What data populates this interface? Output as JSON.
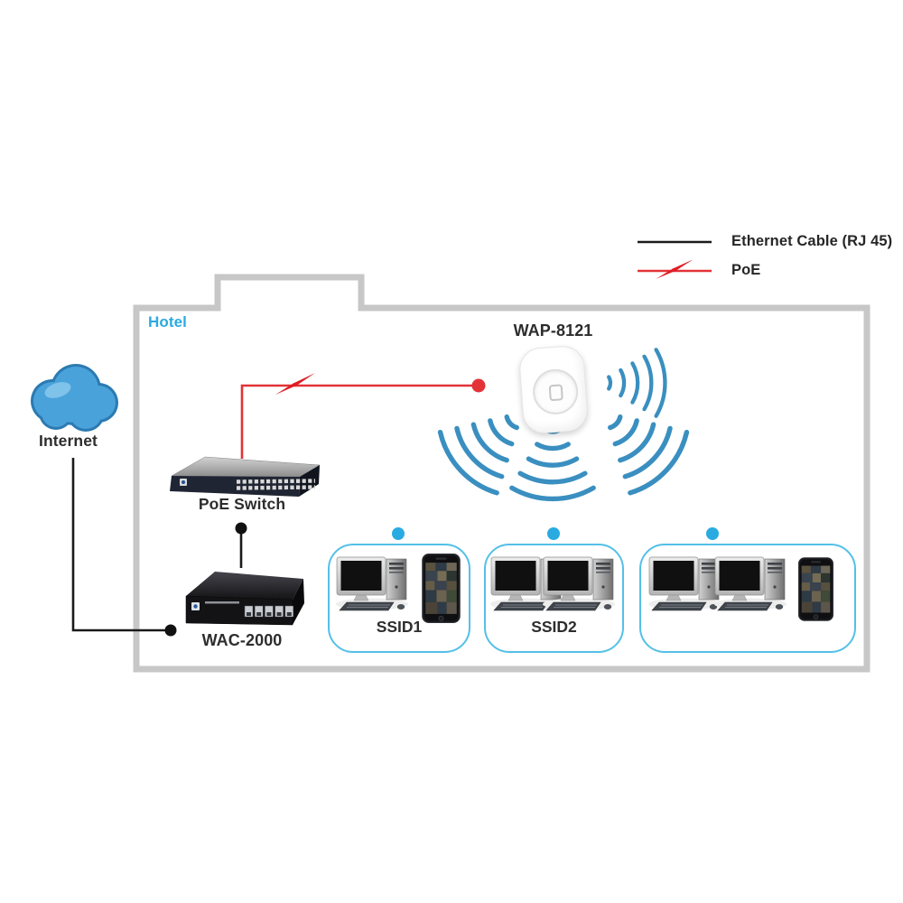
{
  "zone": {
    "label": "Hotel"
  },
  "legend": {
    "items": [
      {
        "id": "ethernet",
        "label": "Ethernet Cable (RJ 45)",
        "line_color": "#1a1a1a"
      },
      {
        "id": "poe",
        "label": "PoE",
        "line_color": "#e23337"
      }
    ]
  },
  "nodes": {
    "internet": {
      "label": "Internet",
      "icon": "cloud-icon"
    },
    "ap": {
      "label": "WAP-8121",
      "icon": "access-point-icon"
    },
    "poe_switch": {
      "label": "PoE Switch",
      "icon": "rack-switch-icon"
    },
    "controller": {
      "label": "WAC-2000",
      "icon": "controller-appliance-icon"
    },
    "ssid_groups": [
      {
        "label": "SSID1",
        "devices": [
          "desktop-computer",
          "smartphone"
        ]
      },
      {
        "label": "SSID2",
        "devices": [
          "desktop-computer",
          "desktop-computer"
        ]
      },
      {
        "label": "",
        "devices": [
          "desktop-computer",
          "desktop-computer",
          "smartphone"
        ]
      }
    ]
  },
  "connections": [
    {
      "from": "Internet",
      "to": "WAC-2000",
      "type": "ethernet"
    },
    {
      "from": "WAC-2000",
      "to": "PoE Switch",
      "type": "ethernet"
    },
    {
      "from": "PoE Switch",
      "to": "WAP-8121",
      "type": "poe"
    }
  ],
  "colors": {
    "accent_blue": "#29abe2",
    "wifi_blue": "#3a8fc0",
    "box_border_blue": "#54c0e8",
    "poe_red": "#e23337",
    "ethernet_black": "#1a1a1a",
    "zone_border_gray": "#c7c7c7",
    "cloud_blue": "#49a2d9"
  }
}
